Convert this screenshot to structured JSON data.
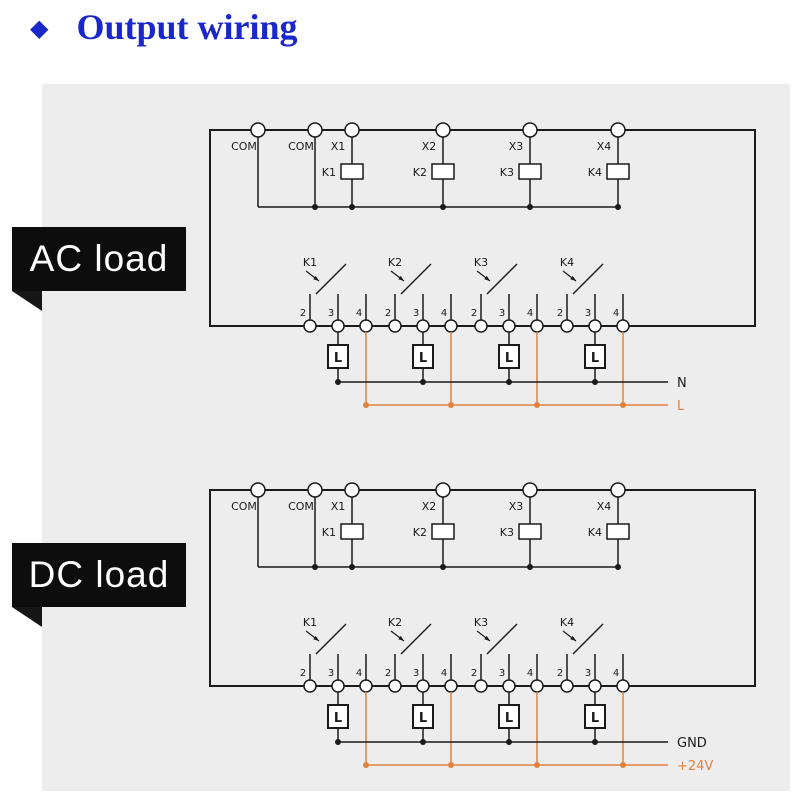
{
  "title": {
    "bullet": "◆",
    "text": "Output wiring"
  },
  "colors": {
    "title_blue": "#1a27cc",
    "wire": "#1a1a1a",
    "orange": "#e2823c",
    "panel_bg": "#ededed",
    "label_bg": "#0d0d0d",
    "label_fg": "#ffffff"
  },
  "sections": [
    {
      "id": "ac",
      "label": "AC load",
      "top_terminals": [
        "COM",
        "COM",
        "X1",
        "X2",
        "X3",
        "X4"
      ],
      "coils": [
        "K1",
        "K2",
        "K3",
        "K4"
      ],
      "contacts": [
        "K1",
        "K2",
        "K3",
        "K4"
      ],
      "pin_numbers": [
        "2",
        "3",
        "4"
      ],
      "load_label": "L",
      "line1_label": "N",
      "line2_label": "L"
    },
    {
      "id": "dc",
      "label": "DC load",
      "top_terminals": [
        "COM",
        "COM",
        "X1",
        "X2",
        "X3",
        "X4"
      ],
      "coils": [
        "K1",
        "K2",
        "K3",
        "K4"
      ],
      "contacts": [
        "K1",
        "K2",
        "K3",
        "K4"
      ],
      "pin_numbers": [
        "2",
        "3",
        "4"
      ],
      "load_label": "L",
      "line1_label": "GND",
      "line2_label": "+24V"
    }
  ]
}
